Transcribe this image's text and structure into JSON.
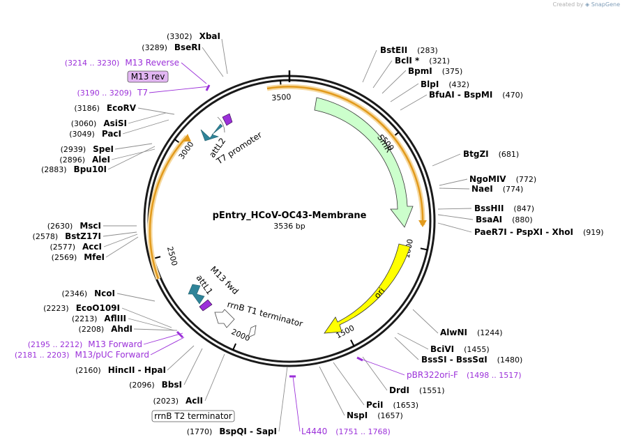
{
  "credit": {
    "prefix": "Created by",
    "brand": "SnapGene"
  },
  "plasmid": {
    "name": "pEntry_HCoV-OC43-Membrane",
    "size_label": "3536 bp",
    "length": 3536
  },
  "ticks": [
    {
      "pos": 500,
      "label": "500"
    },
    {
      "pos": 1000,
      "label": "1000"
    },
    {
      "pos": 1500,
      "label": "1500"
    },
    {
      "pos": 2000,
      "label": "2000"
    },
    {
      "pos": 2500,
      "label": "2500"
    },
    {
      "pos": 3000,
      "label": "3000"
    },
    {
      "pos": 3500,
      "label": "3500"
    }
  ],
  "features": {
    "smr": {
      "label": "SmR",
      "color": "#ccffcc"
    },
    "ori": {
      "label": "ori",
      "color": "#ffff00"
    },
    "attl2": {
      "label": "attL2"
    },
    "attl1": {
      "label": "attL1"
    },
    "t7_promoter": {
      "label": "T7 promoter"
    },
    "m13_fwd": {
      "label": "M13 fwd"
    },
    "rrnb_t1": {
      "label": "rrnB T1 terminator"
    },
    "rrnb_t2": {
      "label": "rrnB T2 terminator"
    },
    "m13_rev_box": {
      "label": "M13 rev"
    }
  },
  "sites_right": [
    {
      "name": "BstEII",
      "pos": "(283)"
    },
    {
      "name": "BclI *",
      "pos": "(321)"
    },
    {
      "name": "BpmI",
      "pos": "(375)"
    },
    {
      "name": "BlpI",
      "pos": "(432)"
    },
    {
      "name": "BfuAI  -  BspMI",
      "pos": "(470)"
    },
    {
      "name": "BtgZI",
      "pos": "(681)"
    },
    {
      "name": "NgoMIV",
      "pos": "(772)"
    },
    {
      "name": "NaeI",
      "pos": "(774)"
    },
    {
      "name": "BssHII",
      "pos": "(847)"
    },
    {
      "name": "BsaAI",
      "pos": "(880)"
    },
    {
      "name": "PaeR7I  -  PspXI  -  XhoI",
      "pos": "(919)"
    },
    {
      "name": "AlwNI",
      "pos": "(1244)"
    },
    {
      "name": "BciVI",
      "pos": "(1455)"
    },
    {
      "name": "BssSI  -  BssSαI",
      "pos": "(1480)"
    },
    {
      "name": "DrdI",
      "pos": "(1551)"
    },
    {
      "name": "PciI",
      "pos": "(1653)"
    },
    {
      "name": "NspI",
      "pos": "(1657)"
    }
  ],
  "sites_left": [
    {
      "name": "XbaI",
      "pos": "(3302)"
    },
    {
      "name": "BseRI",
      "pos": "(3289)"
    },
    {
      "name": "EcoRV",
      "pos": "(3186)"
    },
    {
      "name": "AsiSI",
      "pos": "(3060)"
    },
    {
      "name": "PacI",
      "pos": "(3049)"
    },
    {
      "name": "SpeI",
      "pos": "(2939)"
    },
    {
      "name": "AleI",
      "pos": "(2896)"
    },
    {
      "name": "Bpu10I",
      "pos": "(2883)"
    },
    {
      "name": "MscI",
      "pos": "(2630)"
    },
    {
      "name": "BstZ17I",
      "pos": "(2578)"
    },
    {
      "name": "AccI",
      "pos": "(2577)"
    },
    {
      "name": "MfeI",
      "pos": "(2569)"
    },
    {
      "name": "NcoI",
      "pos": "(2346)"
    },
    {
      "name": "EcoO109I",
      "pos": "(2223)"
    },
    {
      "name": "AflIII",
      "pos": "(2213)"
    },
    {
      "name": "AhdI",
      "pos": "(2208)"
    },
    {
      "name": "HincII  -  HpaI",
      "pos": "(2160)"
    },
    {
      "name": "BbsI",
      "pos": "(2096)"
    },
    {
      "name": "AclI",
      "pos": "(2023)"
    },
    {
      "name": "BspQI  -  SapI",
      "pos": "(1770)"
    }
  ],
  "primers": [
    {
      "name": "M13 Reverse",
      "pos": "(3214 .. 3230)"
    },
    {
      "name": "T7",
      "pos": "(3190 .. 3209)"
    },
    {
      "name": "M13 Forward",
      "pos": "(2195 .. 2212)"
    },
    {
      "name": "M13/pUC Forward",
      "pos": "(2181 .. 2203)"
    },
    {
      "name": "pBR322ori-F",
      "pos": "(1498 .. 1517)"
    },
    {
      "name": "L4440",
      "pos": "(1751 .. 1768)"
    }
  ],
  "colors": {
    "primer": "#9b30d9",
    "att": "#2f8499",
    "arc_orange": "#e8a030",
    "backbone": "#1a1a1a"
  }
}
